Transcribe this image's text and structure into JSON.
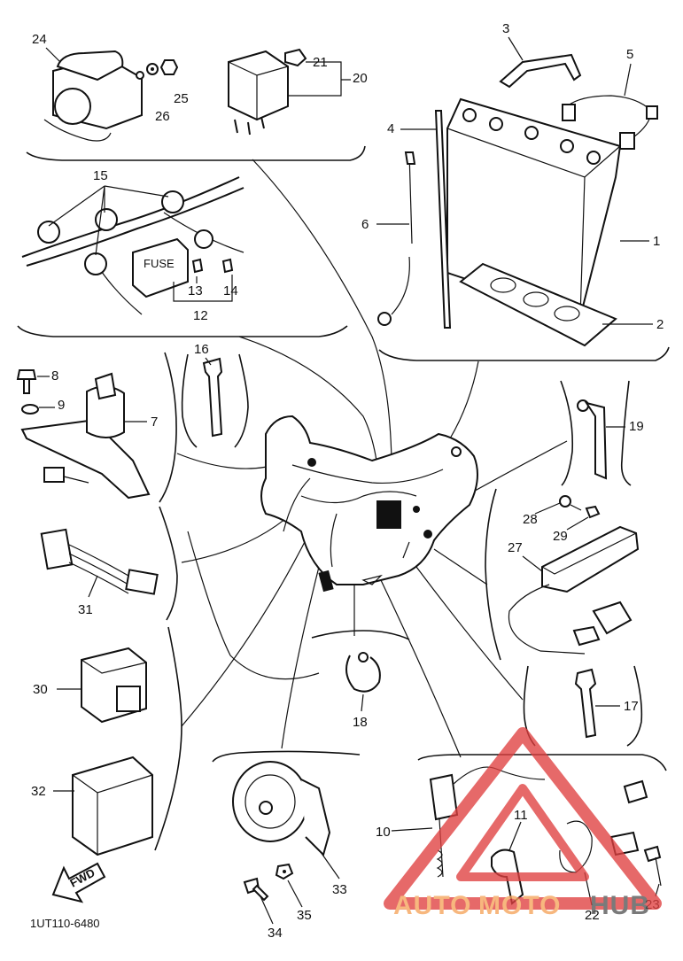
{
  "diagram": {
    "part_numbers": [
      "1",
      "2",
      "3",
      "4",
      "5",
      "6",
      "7",
      "8",
      "9",
      "10",
      "11",
      "12",
      "13",
      "14",
      "15",
      "16",
      "17",
      "18",
      "19",
      "20",
      "21",
      "22",
      "23",
      "24",
      "25",
      "26",
      "27",
      "28",
      "29",
      "30",
      "31",
      "32",
      "33",
      "34",
      "35"
    ],
    "direction_label": "FWD",
    "fuse_label": "FUSE",
    "drawing_code": "1UT110-6480",
    "watermark": {
      "prefix": "AUTO",
      "middle": "MOTO",
      "suffix": "HUB",
      "color": "#f5a45a",
      "accent": "#e04040"
    }
  }
}
